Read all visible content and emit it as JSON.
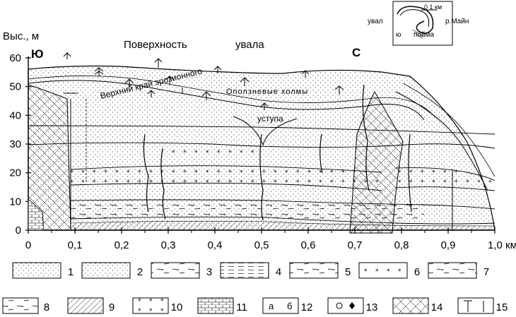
{
  "axis": {
    "y_title": "Выс., м",
    "y_ticks": [
      "0",
      "10",
      "20",
      "30",
      "40",
      "50",
      "60"
    ],
    "x_ticks": [
      "0",
      "0,1",
      "0,2",
      "0,3",
      "0,4",
      "0,5",
      "0,6",
      "0,7",
      "0,8",
      "0,9",
      "1,0 км"
    ]
  },
  "labels": {
    "south": "Ю",
    "north": "С",
    "surface_1": "Поверхность",
    "surface_2": "увала",
    "landslide": "Оползневые холмы",
    "scarp_1": "Верхний край эрозионного",
    "scarp_2": "уступа"
  },
  "inset": {
    "scale": "0 1 км",
    "uval": "увал",
    "river": "р.Майн",
    "south": "ю",
    "floodplain": "пойма"
  },
  "legend": {
    "row1": [
      "1",
      "2",
      "3",
      "4",
      "5",
      "6",
      "7"
    ],
    "row2": [
      "8",
      "9",
      "10",
      "11",
      "12",
      "13",
      "14",
      "15"
    ],
    "item12_a": "а",
    "item12_b": "б"
  }
}
